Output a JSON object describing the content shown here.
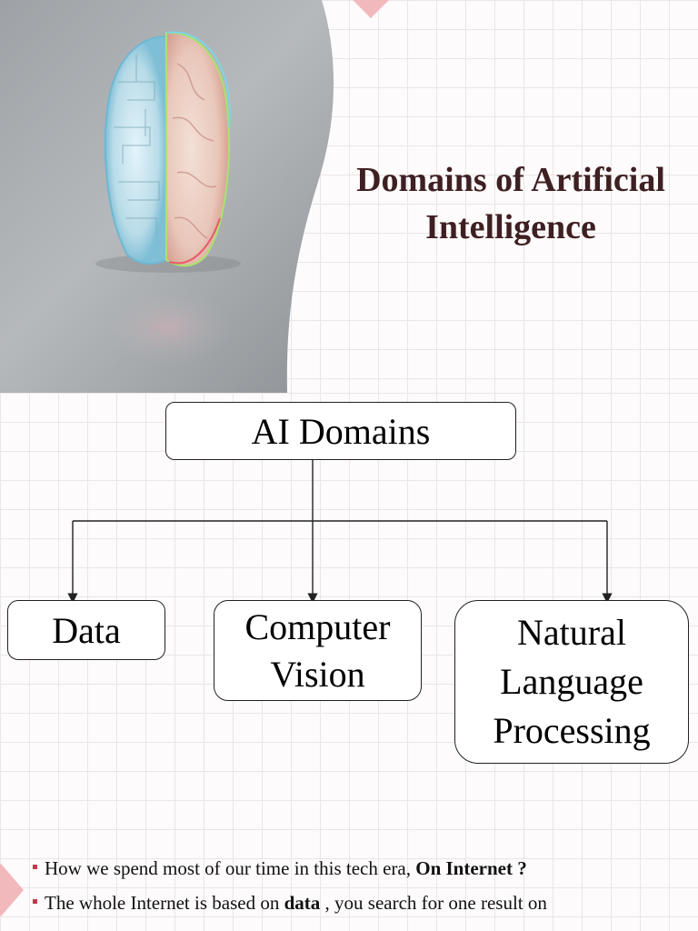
{
  "slide1": {
    "title": "Domains of Artificial Intelligence",
    "accent_color": "#f2b9bd",
    "title_color": "#3e1f22",
    "image_icon": "brain-image"
  },
  "slide2": {
    "diagram": {
      "root": "AI Domains",
      "children": [
        {
          "label_lines": [
            "Data"
          ]
        },
        {
          "label_lines": [
            "Computer",
            "Vision"
          ]
        },
        {
          "label_lines": [
            "Natural",
            "Language",
            "Processing"
          ]
        }
      ]
    },
    "bullets": [
      {
        "text": "How we spend most of our time in this tech era, ",
        "bold": "On Internet ?"
      },
      {
        "text_before": "The whole Internet is based on ",
        "bold": "data",
        "text_after": " , you search for one result on"
      }
    ],
    "bullet_color": "#c3374a"
  }
}
